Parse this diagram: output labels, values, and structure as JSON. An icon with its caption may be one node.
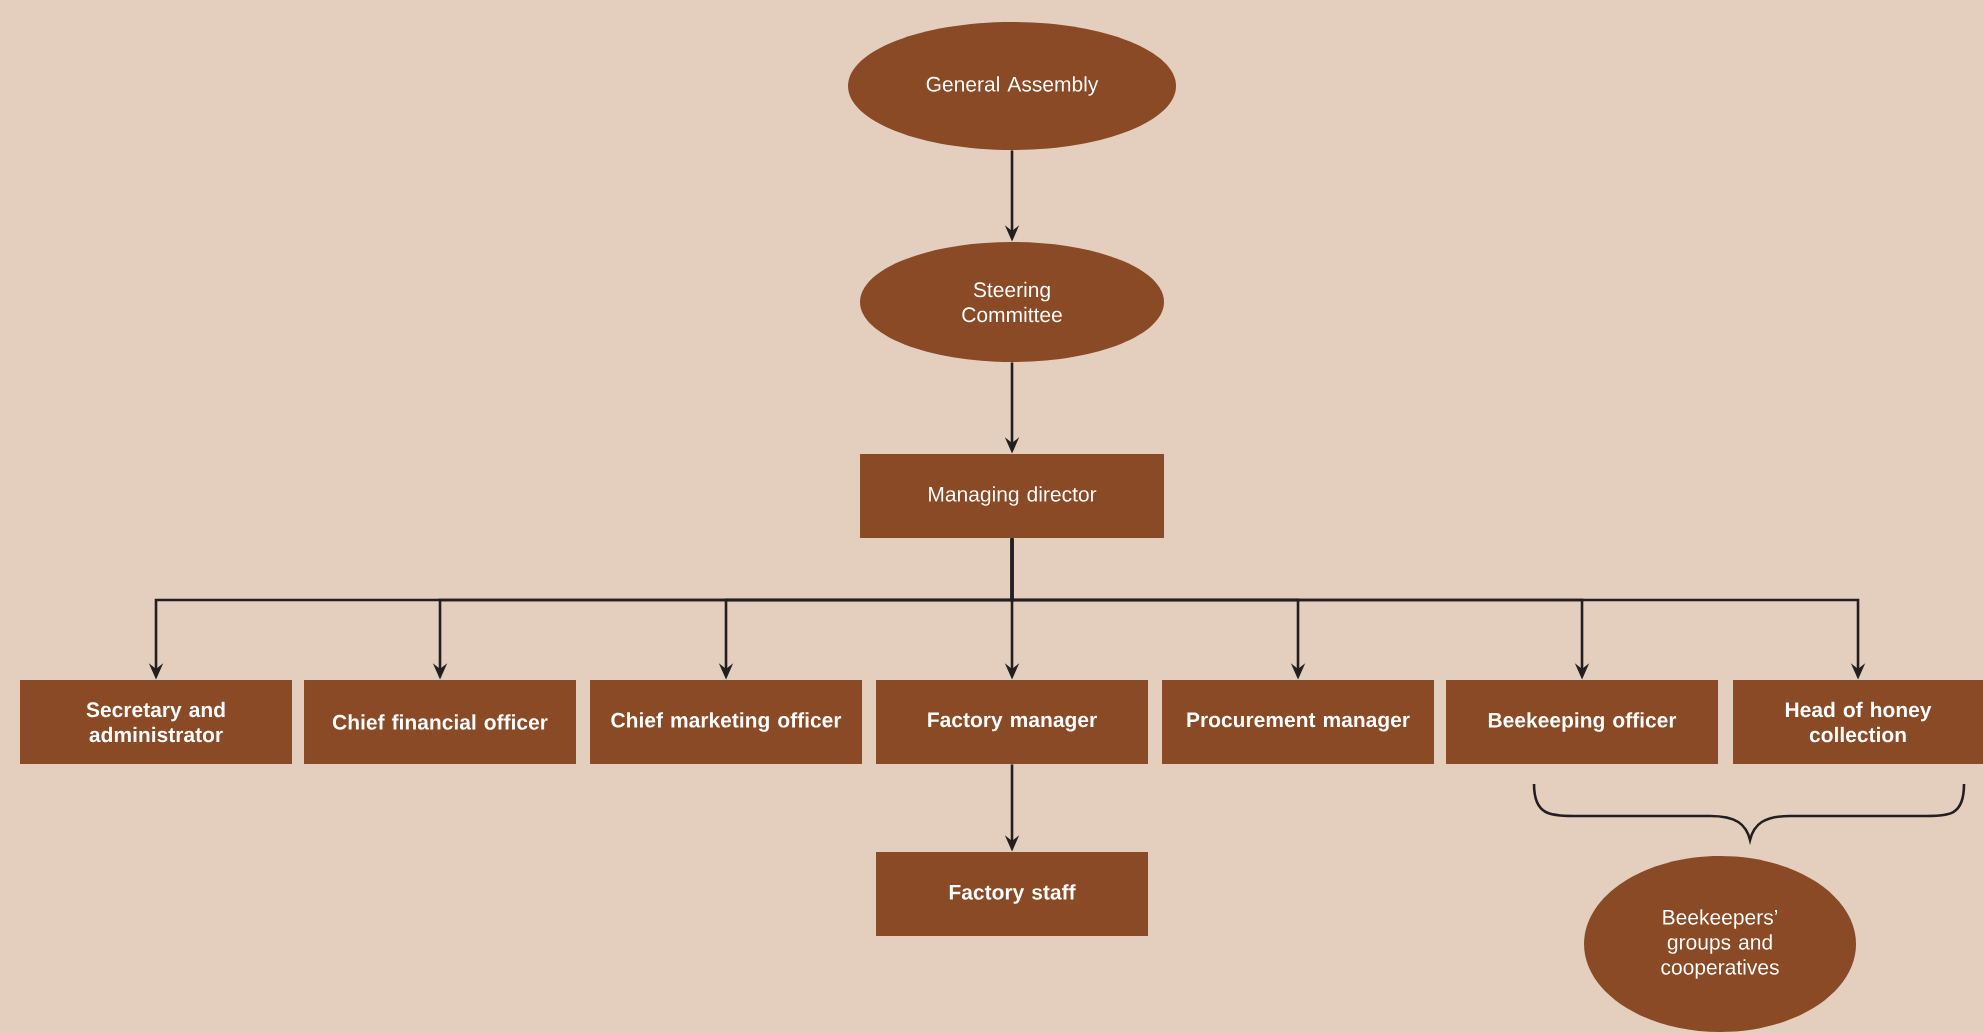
{
  "diagram": {
    "nodes": [
      {
        "text": [
          "General Assembly"
        ]
      },
      {
        "text": [
          "Steering Committee"
        ]
      },
      {
        "text": [
          "Managing director"
        ]
      },
      {
        "text": [
          "Secretary and administrator"
        ]
      },
      {
        "text": [
          "Chief financial officer"
        ]
      },
      {
        "text": [
          "Chief marketing officer"
        ]
      },
      {
        "text": [
          "Factory manager"
        ]
      },
      {
        "text": [
          "Procurement manager"
        ]
      },
      {
        "text": [
          "Beekeeping officer"
        ]
      },
      {
        "text": [
          "Head of honey collection"
        ]
      },
      {
        "text": [
          "Factory staff"
        ]
      },
      {
        "text": [
          "Beekeepers’ groups and cooperatives"
        ]
      }
    ],
    "edges": [
      {
        "from": 0,
        "to": 1,
        "arrow": "to"
      },
      {
        "from": 1,
        "to": 2,
        "arrow": "to"
      },
      {
        "from": 2,
        "to": 3,
        "arrow": "to"
      },
      {
        "from": 2,
        "to": 4,
        "arrow": "to"
      },
      {
        "from": 2,
        "to": 5,
        "arrow": "to"
      },
      {
        "from": 2,
        "to": 6,
        "arrow": "to"
      },
      {
        "from": 2,
        "to": 7,
        "arrow": "to"
      },
      {
        "from": 2,
        "to": 8,
        "arrow": "to"
      },
      {
        "from": 2,
        "to": 9,
        "arrow": "to"
      },
      {
        "from": 6,
        "to": 10,
        "arrow": "to"
      }
    ]
  }
}
